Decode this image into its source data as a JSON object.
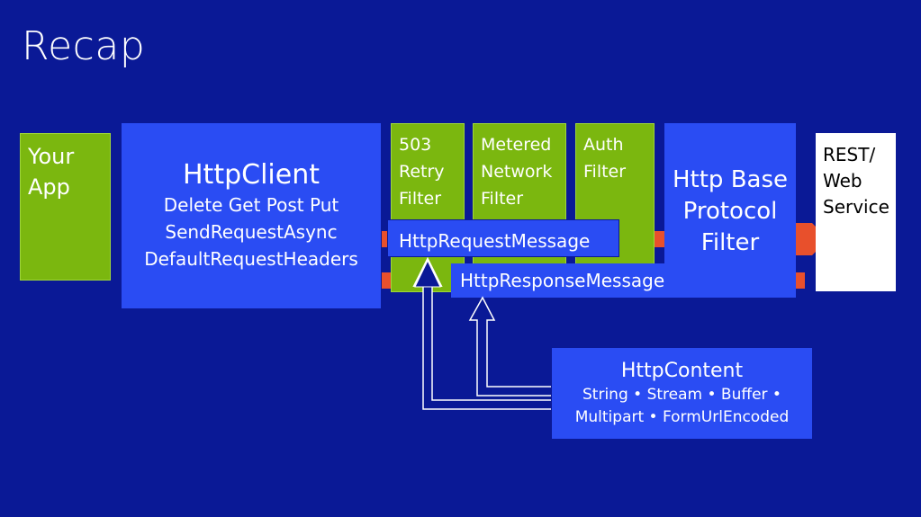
{
  "title": "Recap",
  "your_app": {
    "line1": "Your",
    "line2": "App"
  },
  "http_client": {
    "title": "HttpClient",
    "line1": "Delete Get Post Put",
    "line2": "SendRequestAsync",
    "line3": "DefaultRequestHeaders"
  },
  "filters": {
    "retry": {
      "line1": "503",
      "line2": "Retry",
      "line3": "Filter"
    },
    "metered": {
      "line1": "Metered",
      "line2": "Network",
      "line3": "Filter"
    },
    "auth": {
      "line1": "Auth",
      "line2": "Filter"
    }
  },
  "base_protocol": {
    "line1": "Http Base",
    "line2": "Protocol",
    "line3": "Filter"
  },
  "rest_service": {
    "line1": "REST/",
    "line2": "Web",
    "line3": "Service"
  },
  "request_message": "HttpRequestMessage",
  "response_message": "HttpResponseMessage",
  "http_content": {
    "title": "HttpContent",
    "line1": "String • Stream • Buffer •",
    "line2": "Multipart • FormUrlEncoded"
  },
  "colors": {
    "background": "#0a1996",
    "green": "#7bb70f",
    "blue": "#2a4cf3",
    "arrow": "#e8502c"
  }
}
